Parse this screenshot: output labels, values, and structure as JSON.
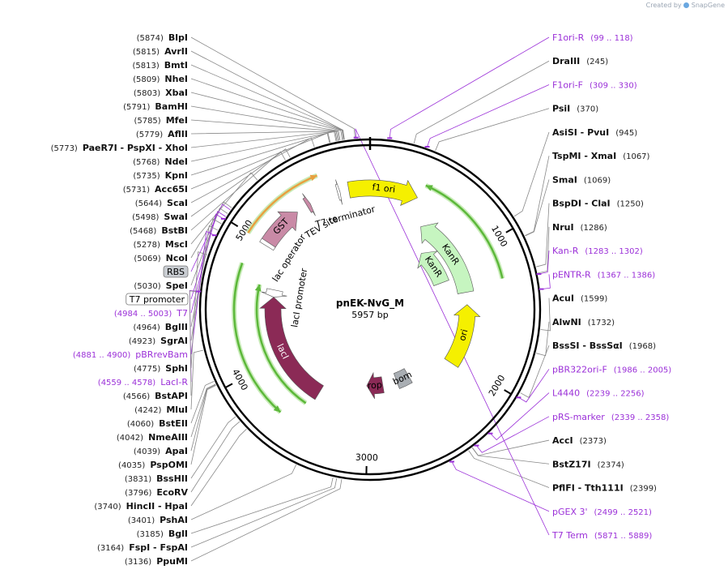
{
  "credit": {
    "prefix": "Created by",
    "brand": "SnapGene"
  },
  "plasmid": {
    "name": "pnEK-NvG_M",
    "size_label": "5957 bp",
    "length": 5957
  },
  "ticks": [
    {
      "pos": 1000,
      "label": "1000"
    },
    {
      "pos": 2000,
      "label": "2000"
    },
    {
      "pos": 3000,
      "label": "3000"
    },
    {
      "pos": 4000,
      "label": "4000"
    },
    {
      "pos": 5000,
      "label": "5000"
    }
  ],
  "features": [
    {
      "label": "GST",
      "start": 5010,
      "end": 5350,
      "strand": 1,
      "ring": 0,
      "color": "#c98aa6"
    },
    {
      "label": "TEV site",
      "start": 5440,
      "end": 5470,
      "strand": 1,
      "ring": 0,
      "color": "#c98aa6"
    },
    {
      "label": "T7 terminator",
      "start": 5700,
      "end": 5720,
      "strand": 1,
      "ring": 0,
      "color": "#ffffff"
    },
    {
      "label": "f1 ori",
      "start": 5790,
      "end": 380,
      "strand": 1,
      "ring": 0,
      "color": "#f5f000"
    },
    {
      "label": "KanR",
      "start": 520,
      "end": 1320,
      "strand": -1,
      "ring": 1,
      "color": "#c6f5c0"
    },
    {
      "label": "KanR",
      "start": 700,
      "end": 1150,
      "strand": -1,
      "ring": 2,
      "color": "#c6f5c0"
    },
    {
      "label": "ori",
      "start": 1440,
      "end": 2040,
      "strand": -1,
      "ring": 1,
      "color": "#f5f000"
    },
    {
      "label": "bom",
      "start": 2480,
      "end": 2640,
      "strand": 0,
      "ring": 2,
      "color": "#a9aeb3"
    },
    {
      "label": "rop",
      "start": 2820,
      "end": 3020,
      "strand": 1,
      "ring": 2,
      "color": "#8b2a56"
    },
    {
      "label": "lacI",
      "start": 3500,
      "end": 4590,
      "strand": 1,
      "ring": 1,
      "color": "#8b2a56"
    },
    {
      "label": "lacI promoter",
      "start": 4590,
      "end": 4660,
      "strand": -1,
      "ring": 1,
      "color": "#ffffff"
    },
    {
      "label": "lac operator",
      "start": 4990,
      "end": 5020,
      "strand": 0,
      "ring": 0,
      "color": "#ffffff"
    }
  ],
  "gene_arrows": [
    {
      "name": "green-arc-kanr",
      "start": 400,
      "end": 1270,
      "strand": -1,
      "color": "#5cb83a"
    },
    {
      "name": "green-arc-laci-inner",
      "start": 3550,
      "end": 4680,
      "strand": 1,
      "color": "#5cb83a"
    },
    {
      "name": "green-arc-laci-outer",
      "start": 3660,
      "end": 4800,
      "strand": -1,
      "color": "#5cb83a"
    },
    {
      "name": "orange-arc-gst",
      "start": 5000,
      "end": 5600,
      "strand": 1,
      "color": "#e8a040"
    }
  ],
  "sites": [
    {
      "side": "left",
      "pos": "(5874)",
      "name": "BlpI",
      "at": 5874
    },
    {
      "side": "left",
      "pos": "(5815)",
      "name": "AvrII",
      "at": 5815
    },
    {
      "side": "left",
      "pos": "(5813)",
      "name": "BmtI",
      "at": 5813
    },
    {
      "side": "left",
      "pos": "(5809)",
      "name": "NheI",
      "at": 5809
    },
    {
      "side": "left",
      "pos": "(5803)",
      "name": "XbaI",
      "at": 5803
    },
    {
      "side": "left",
      "pos": "(5791)",
      "name": "BamHI",
      "at": 5791
    },
    {
      "side": "left",
      "pos": "(5785)",
      "name": "MfeI",
      "at": 5785
    },
    {
      "side": "left",
      "pos": "(5779)",
      "name": "AflII",
      "at": 5779
    },
    {
      "side": "left",
      "pos": "(5773)",
      "name": "PaeR7I   - PspXI   - XhoI",
      "at": 5773
    },
    {
      "side": "left",
      "pos": "(5768)",
      "name": "NdeI",
      "at": 5768
    },
    {
      "side": "left",
      "pos": "(5735)",
      "name": "KpnI",
      "at": 5735
    },
    {
      "side": "left",
      "pos": "(5731)",
      "name": "Acc65I",
      "at": 5731
    },
    {
      "side": "left",
      "pos": "(5644)",
      "name": "ScaI",
      "at": 5644
    },
    {
      "side": "left",
      "pos": "(5498)",
      "name": "SwaI",
      "at": 5498
    },
    {
      "side": "left",
      "pos": "(5468)",
      "name": "BstBI",
      "at": 5468
    },
    {
      "side": "left",
      "pos": "(5278)",
      "name": "MscI",
      "at": 5278
    },
    {
      "side": "left",
      "pos": "(5069)",
      "name": "NcoI",
      "at": 5069
    },
    {
      "side": "left",
      "pos": "(5030)",
      "name": "SpeI",
      "at": 5030
    },
    {
      "side": "left",
      "pos": "(4964)",
      "name": "BglII",
      "at": 4964
    },
    {
      "side": "left",
      "pos": "(4923)",
      "name": "SgrAI",
      "at": 4923
    },
    {
      "side": "left",
      "pos": "(4775)",
      "name": "SphI",
      "at": 4775
    },
    {
      "side": "left",
      "pos": "(4566)",
      "name": "BstAPI",
      "at": 4566
    },
    {
      "side": "left",
      "pos": "(4242)",
      "name": "MluI",
      "at": 4242
    },
    {
      "side": "left",
      "pos": "(4060)",
      "name": "BstEII",
      "at": 4060
    },
    {
      "side": "left",
      "pos": "(4042)",
      "name": "NmeAIII",
      "at": 4042
    },
    {
      "side": "left",
      "pos": "(4039)",
      "name": "ApaI",
      "at": 4039
    },
    {
      "side": "left",
      "pos": "(4035)",
      "name": "PspOMI",
      "at": 4035
    },
    {
      "side": "left",
      "pos": "(3831)",
      "name": "BssHII",
      "at": 3831
    },
    {
      "side": "left",
      "pos": "(3796)",
      "name": "EcoRV",
      "at": 3796
    },
    {
      "side": "left",
      "pos": "(3740)",
      "name": "HincII   - HpaI",
      "at": 3740
    },
    {
      "side": "left",
      "pos": "(3401)",
      "name": "PshAI",
      "at": 3401
    },
    {
      "side": "left",
      "pos": "(3185)",
      "name": "BglI",
      "at": 3185
    },
    {
      "side": "left",
      "pos": "(3164)",
      "name": "FspI   - FspAI",
      "at": 3164
    },
    {
      "side": "left",
      "pos": "(3136)",
      "name": "PpuMI",
      "at": 3136
    },
    {
      "side": "right",
      "name": "DraIII",
      "pos": "(245)",
      "at": 245
    },
    {
      "side": "right",
      "name": "PsiI",
      "pos": "(370)",
      "at": 370
    },
    {
      "side": "right",
      "name": "AsiSI   - PvuI",
      "pos": "(945)",
      "at": 945
    },
    {
      "side": "right",
      "name": "TspMI   - XmaI",
      "pos": "(1067)",
      "at": 1067
    },
    {
      "side": "right",
      "name": "SmaI",
      "pos": "(1069)",
      "at": 1069
    },
    {
      "side": "right",
      "name": "BspDI   - ClaI",
      "pos": "(1250)",
      "at": 1250
    },
    {
      "side": "right",
      "name": "NruI",
      "pos": "(1286)",
      "at": 1286
    },
    {
      "side": "right",
      "name": "AcuI",
      "pos": "(1599)",
      "at": 1599
    },
    {
      "side": "right",
      "name": "AlwNI",
      "pos": "(1732)",
      "at": 1732
    },
    {
      "side": "right",
      "name": "BssSI   - BssSαI",
      "pos": "(1968)",
      "at": 1968
    },
    {
      "side": "right",
      "name": "AccI",
      "pos": "(2373)",
      "at": 2373
    },
    {
      "side": "right",
      "name": "BstZ17I",
      "pos": "(2374)",
      "at": 2374
    },
    {
      "side": "right",
      "name": "PflFI   - Tth111I",
      "pos": "(2399)",
      "at": 2399
    }
  ],
  "primers": [
    {
      "side": "right",
      "name": "T7 Term",
      "pos": "(5871 .. 5889)",
      "at": 5880
    },
    {
      "side": "right",
      "name": "F1ori-R",
      "pos": "(99 .. 118)",
      "at": 108
    },
    {
      "side": "right",
      "name": "F1ori-F",
      "pos": "(309 .. 330)",
      "at": 320
    },
    {
      "side": "right",
      "name": "Kan-R",
      "pos": "(1283 .. 1302)",
      "at": 1292
    },
    {
      "side": "right",
      "name": "pENTR-R",
      "pos": "(1367 .. 1386)",
      "at": 1376
    },
    {
      "side": "right",
      "name": "pBR322ori-F",
      "pos": "(1986 .. 2005)",
      "at": 1995
    },
    {
      "side": "right",
      "name": "L4440",
      "pos": "(2239 .. 2256)",
      "at": 2247
    },
    {
      "side": "right",
      "name": "pRS-marker",
      "pos": "(2339 .. 2358)",
      "at": 2348
    },
    {
      "side": "right",
      "name": "pGEX 3'",
      "pos": "(2499 .. 2521)",
      "at": 2510
    },
    {
      "side": "left",
      "name": "T7",
      "pos": "(4984 .. 5003)",
      "at": 4993
    },
    {
      "side": "left",
      "name": "pBRrevBam",
      "pos": "(4881 .. 4900)",
      "at": 4890
    },
    {
      "side": "left",
      "name": "LacI-R",
      "pos": "(4559 .. 4578)",
      "at": 4568
    }
  ],
  "boxed_labels": [
    {
      "name": "RBS",
      "style": "grey",
      "at": 5055
    },
    {
      "name": "T7 promoter",
      "style": "white",
      "at": 5010
    }
  ]
}
